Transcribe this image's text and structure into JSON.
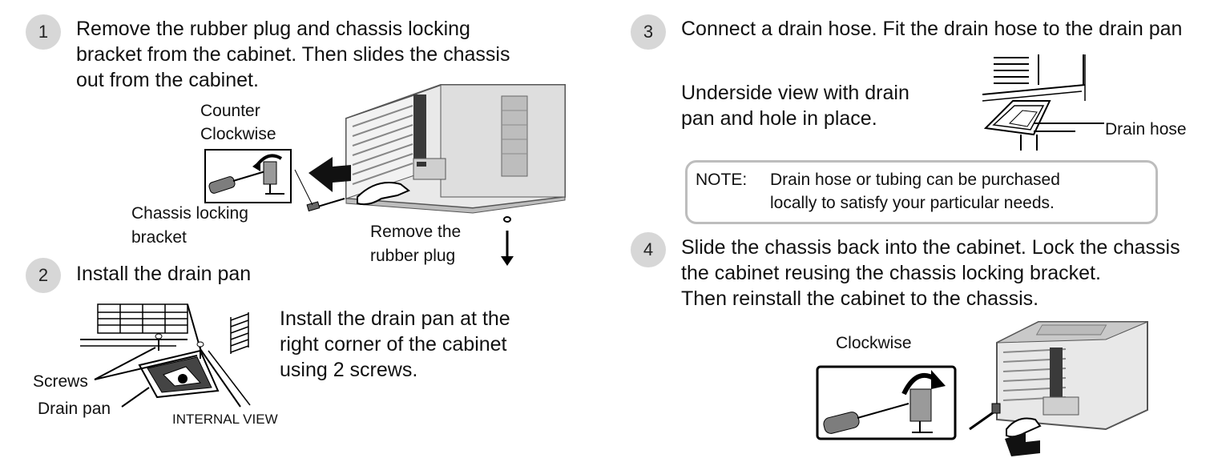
{
  "steps": [
    {
      "number": "1",
      "lines": [
        "Remove the rubber plug and chassis locking",
        "bracket from the cabinet. Then slides the chassis",
        "out from the cabinet."
      ],
      "labels": {
        "counter_clockwise_1": "Counter",
        "counter_clockwise_2": "Clockwise",
        "chassis_bracket_1": "Chassis locking",
        "chassis_bracket_2": "bracket",
        "rubber_plug_1": "Remove the",
        "rubber_plug_2": "rubber plug"
      }
    },
    {
      "number": "2",
      "lines": [
        "Install the drain pan"
      ],
      "description": [
        "Install the drain pan at the",
        "right corner of the cabinet",
        "using 2 screws."
      ],
      "labels": {
        "screws": "Screws",
        "drain_pan": "Drain pan",
        "internal_view": "INTERNAL VIEW"
      }
    },
    {
      "number": "3",
      "lines": [
        "Connect a drain hose. Fit the drain hose to the drain pan"
      ],
      "description": [
        "Underside view with drain",
        "pan and hole in place."
      ],
      "labels": {
        "drain_hose": "Drain hose"
      }
    },
    {
      "number": "4",
      "lines": [
        "Slide the chassis back into the cabinet. Lock the chassis",
        "the cabinet reusing the chassis locking bracket.",
        "Then reinstall the cabinet to the chassis."
      ],
      "labels": {
        "clockwise": "Clockwise"
      }
    }
  ],
  "note": {
    "prefix": "NOTE:",
    "lines": [
      "Drain hose or tubing can be purchased",
      "locally to satisfy your particular needs."
    ]
  }
}
